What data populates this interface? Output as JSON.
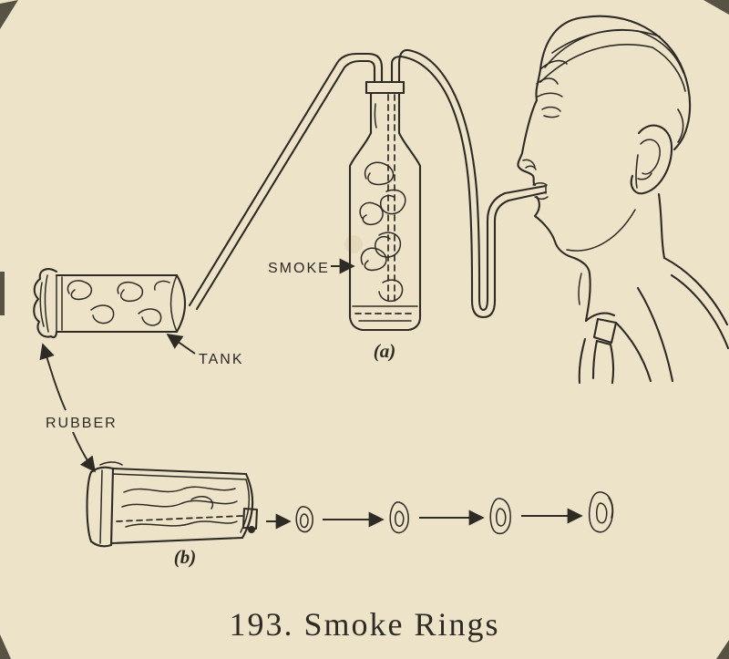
{
  "figure": {
    "caption": "193. Smoke Rings",
    "labels": {
      "smoke": "SMOKE",
      "tank": "TANK",
      "rubber": "RUBBER",
      "part_a": "(a)",
      "part_b": "(b)"
    },
    "colors": {
      "paper": "#ece3c9",
      "ink": "#2e2a24"
    }
  }
}
